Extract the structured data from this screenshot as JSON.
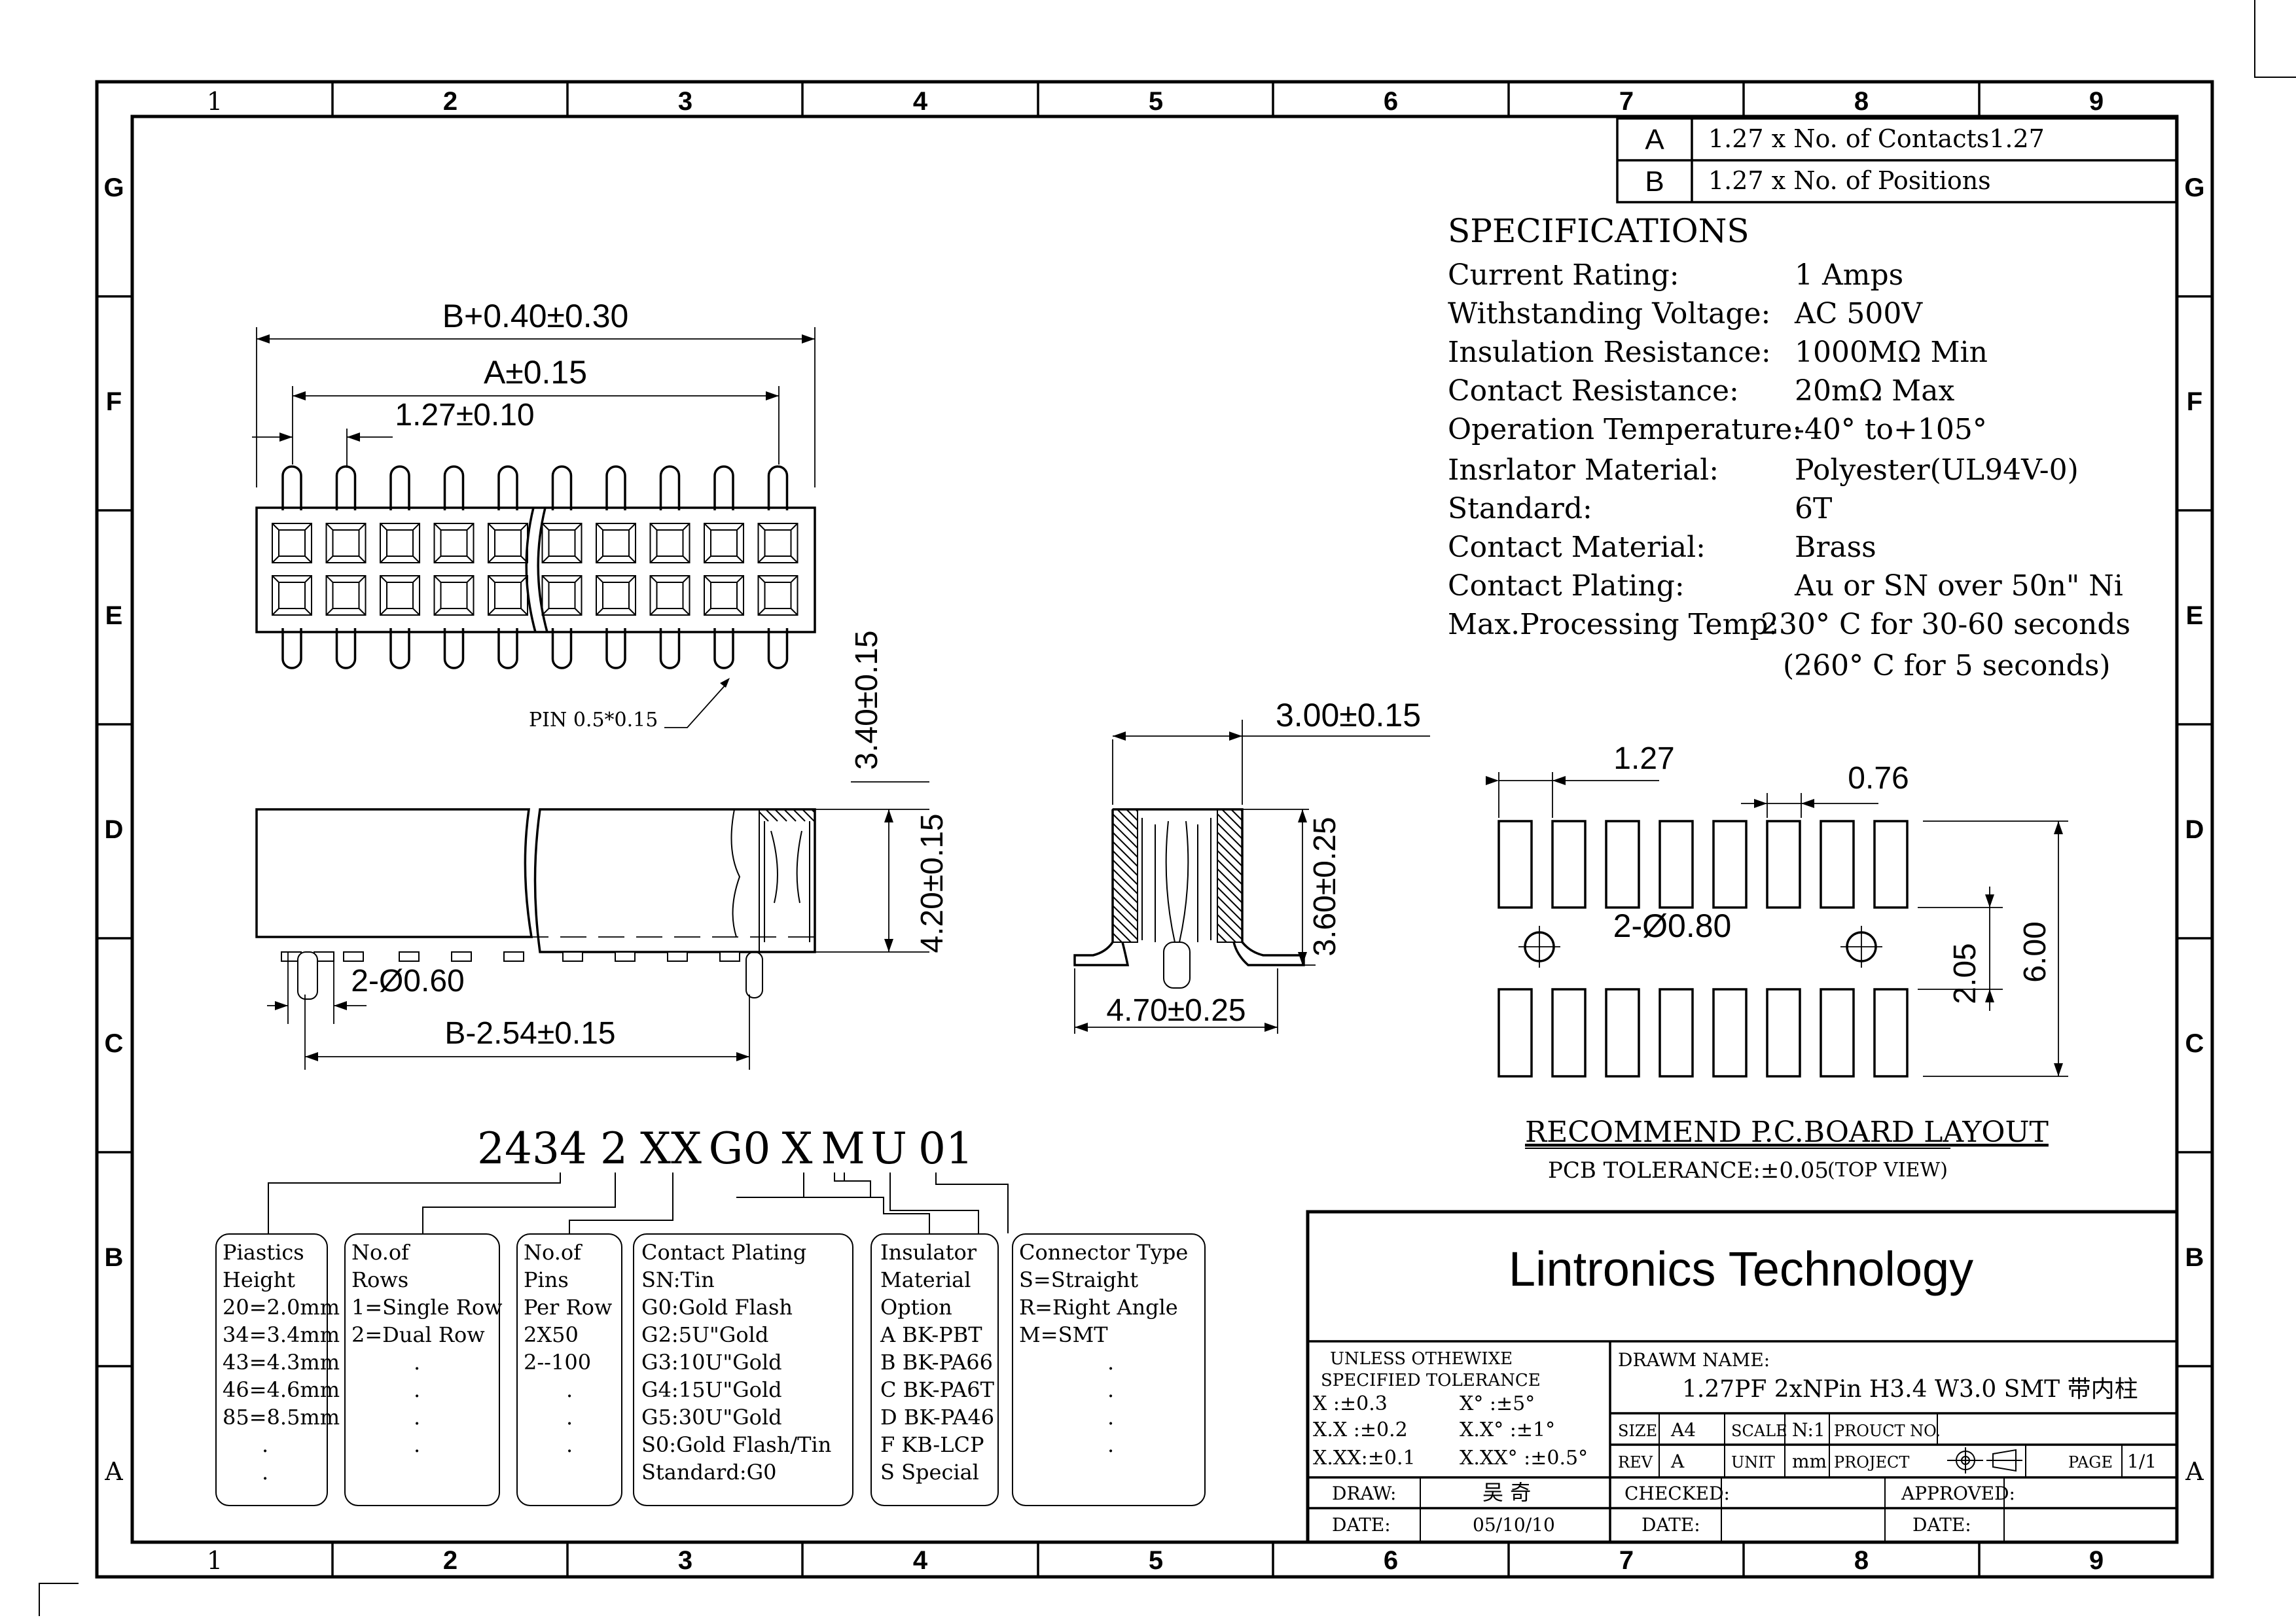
{
  "border": {
    "columns": [
      "1",
      "2",
      "3",
      "4",
      "5",
      "6",
      "7",
      "8",
      "9"
    ],
    "rows": [
      "G",
      "F",
      "E",
      "D",
      "C",
      "B",
      "A"
    ]
  },
  "ab_table": [
    {
      "key": "A",
      "value": "1.27 x No. of Contacts1.27"
    },
    {
      "key": "B",
      "value": "1.27 x No. of Positions"
    }
  ],
  "specifications": {
    "title": "SPECIFICATIONS",
    "rows": [
      {
        "label": "Current Rating:",
        "value": "1 Amps"
      },
      {
        "label": "Withstanding Voltage:",
        "value": "AC  500V"
      },
      {
        "label": "Insulation Resistance:",
        "value": "1000MΩ   Min"
      },
      {
        "label": "Contact Resistance:",
        "value": "20mΩ  Max"
      },
      {
        "label": "Operation Temperature:",
        "value": "-40° to+105°"
      },
      {
        "label": "Insrlator Material:",
        "value": "Polyester(UL94V-0)"
      },
      {
        "label": "Standard:",
        "value": "6T"
      },
      {
        "label": "Contact Material:",
        "value": "Brass"
      },
      {
        "label": "Contact Plating:",
        "value": "Au or SN over 50n\" Ni"
      },
      {
        "label": "Max.Processing Temp:",
        "value": "230° C for 30-60 seconds"
      },
      {
        "label": "",
        "value": "(260° C for 5 seconds)"
      }
    ]
  },
  "dims": {
    "top_b": "B+0.40±0.30",
    "top_a": "A±0.15",
    "top_pitch": "1.27±0.10",
    "pin_note": "PIN 0.5*0.15",
    "height_340": "3.40±0.15",
    "height_420": "4.20±0.15",
    "peg": "2-Ø0.60",
    "bottom_b": "B-2.54±0.15",
    "side_300": "3.00±0.15",
    "side_360": "3.60±0.25",
    "side_470": "4.70±0.25",
    "pcb_127": "1.27",
    "pcb_076": "0.76",
    "pcb_hole": "2-Ø0.80",
    "pcb_205": "2.05",
    "pcb_600": "6.00"
  },
  "pcb_layout": {
    "title": "RECOMMEND P.C.BOARD LAYOUT",
    "tolerance": "PCB TOLERANCE:±0.05",
    "view": "(TOP VIEW)"
  },
  "part_number": {
    "code": [
      "2434",
      "2",
      "XX",
      "G0",
      "X",
      "M",
      "U",
      "01"
    ],
    "boxes": [
      {
        "lines": [
          "Piastics",
          "Height",
          "20=2.0mm",
          "34=3.4mm",
          "43=4.3mm",
          "46=4.6mm",
          "85=8.5mm",
          ".",
          "."
        ]
      },
      {
        "lines": [
          "No.of",
          "Rows",
          "1=Single Row",
          "2=Dual Row",
          ".",
          ".",
          ".",
          "."
        ]
      },
      {
        "lines": [
          "No.of",
          "Pins",
          "Per Row",
          "2X50",
          "2--100",
          ".",
          ".",
          "."
        ]
      },
      {
        "lines": [
          "Contact Plating",
          "SN:Tin",
          "G0:Gold Flash",
          "G2:5U\"Gold",
          "G3:10U\"Gold",
          "G4:15U\"Gold",
          "G5:30U\"Gold",
          "S0:Gold Flash/Tin",
          "Standard:G0"
        ]
      },
      {
        "lines": [
          "Insulator",
          "Material",
          "Option",
          "A BK-PBT",
          "B BK-PA66",
          "C BK-PA6T",
          "D BK-PA46",
          "F KB-LCP",
          "S Special"
        ]
      },
      {
        "lines": [
          "Connector Type",
          "S=Straight",
          "R=Right Angle",
          "M=SMT",
          ".",
          ".",
          ".",
          "."
        ]
      }
    ]
  },
  "title_block": {
    "company": "Lintronics Technology",
    "tol_title1": "UNLESS OTHEWIXE",
    "tol_title2": "SPECIFIED TOLERANCE",
    "tol_rows": [
      {
        "a": "X   :±0.3",
        "b": "X°   :±5°"
      },
      {
        "a": "X.X :±0.2",
        "b": "X.X°  :±1°"
      },
      {
        "a": "X.XX:±0.1",
        "b": "X.XX° :±0.5°"
      }
    ],
    "drawm_name_label": "DRAWM NAME:",
    "drawm_name": "1.27PF  2xNPin  H3.4  W3.0  SMT 带内柱",
    "size_label": "SIZE",
    "size": "A4",
    "scale_label": "SCALE",
    "scale": "N:1",
    "product_label": "PROUCT NO.",
    "rev_label": "REV",
    "rev": "A",
    "unit_label": "UNIT",
    "unit": "mm",
    "project_label": "PROJECT",
    "page_label": "PAGE",
    "page": "1/1",
    "draw_label": "DRAW:",
    "draw": "吴  奇",
    "checked_label": "CHECKED:",
    "approved_label": "APPROVED:",
    "date_label": "DATE:",
    "date": "05/10/10",
    "date2_label": "DATE:",
    "date3_label": "DATE:"
  }
}
